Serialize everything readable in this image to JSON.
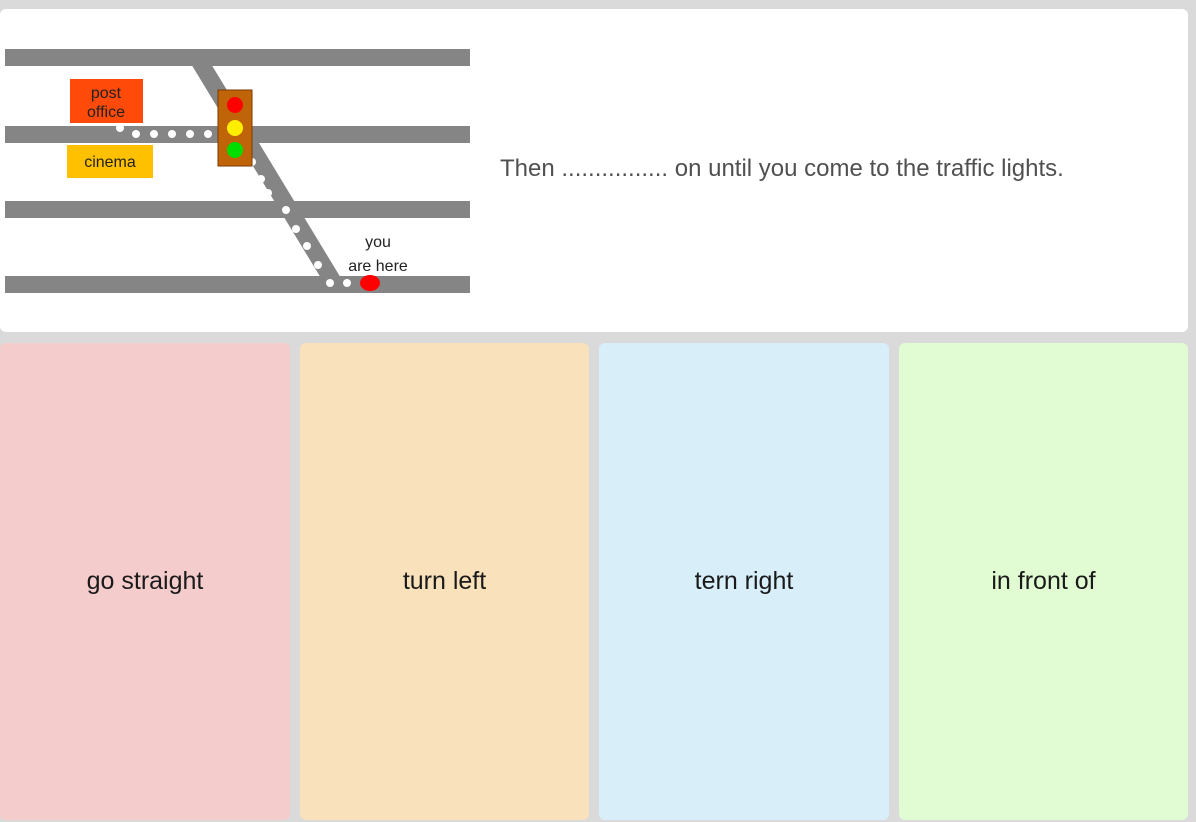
{
  "question": {
    "text": "Then ................ on until you come to the traffic lights.",
    "map": {
      "labels": {
        "post_office_line1": "post",
        "post_office_line2": "office",
        "cinema": "cinema",
        "you_line1": "you",
        "you_line2": "are here"
      },
      "colors": {
        "road": "#858585",
        "post_office": "#ff4a0a",
        "cinema": "#ffc000",
        "traffic_light_box": "#c0640a",
        "light_red": "#ff0000",
        "light_yellow": "#ffee00",
        "light_green": "#00dd00",
        "you_marker": "#ff0000"
      }
    }
  },
  "answers": [
    {
      "label": "go straight",
      "color": "#f5cccc"
    },
    {
      "label": "turn left",
      "color": "#f9e2bb"
    },
    {
      "label": "tern right",
      "color": "#d8eff9"
    },
    {
      "label": "in front of",
      "color": "#e1fcd3"
    }
  ]
}
